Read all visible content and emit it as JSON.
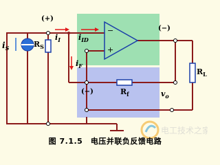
{
  "labels": {
    "plus_top": "(+)",
    "minus_top": "(−)",
    "minus_mid": "(−)",
    "is": "i",
    "is_sub": "S",
    "rs": "R",
    "rs_sub": "S",
    "ii": "i",
    "ii_sub": "I",
    "iid": "i",
    "iid_sub": "ID",
    "if": "i",
    "if_sub": "F",
    "rf": "R",
    "rf_sub": "f",
    "rl": "R",
    "rl_sub": "L",
    "vo": "v",
    "vo_sub": "o",
    "opamp_minus": "−",
    "opamp_plus": "+"
  },
  "caption": "图 7.1.5　电压并联负反馈电路",
  "watermark_text": "电工技术之家",
  "colors": {
    "wire": "#8b1a1a",
    "green_box": "#9ee0b2",
    "blue_box": "#b9c2ef",
    "arrow": "#e01818",
    "source_fill": "#2b6fd6",
    "resistor_fill": "#ffffff"
  }
}
